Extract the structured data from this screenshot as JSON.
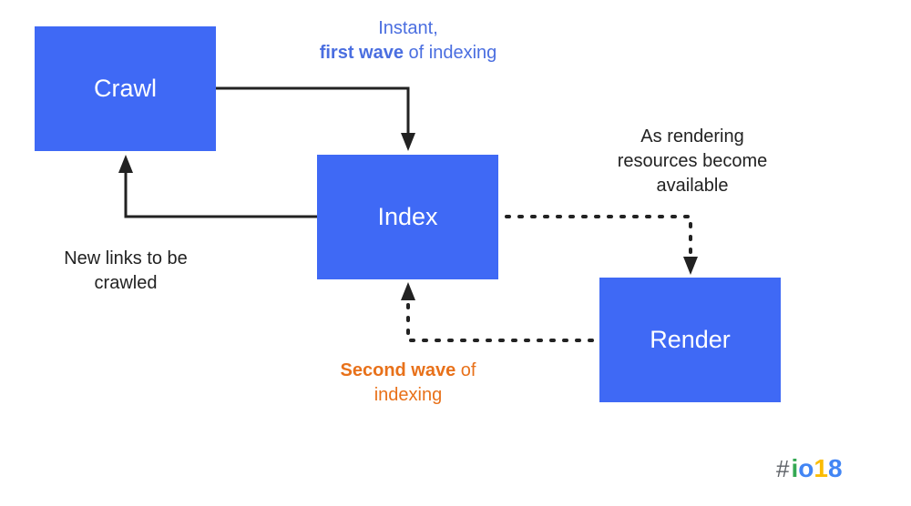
{
  "nodes": {
    "crawl": "Crawl",
    "index": "Index",
    "render": "Render"
  },
  "labels": {
    "first_wave_line1": "Instant,",
    "first_wave_bold": "first wave",
    "first_wave_rest": " of indexing",
    "available_line1": "As rendering",
    "available_line2": "resources become",
    "available_line3": "available",
    "new_links_line1": "New links to be",
    "new_links_line2": "crawled",
    "second_wave_bold": "Second wave",
    "second_wave_rest": " of",
    "second_wave_line2": "indexing"
  },
  "logo": {
    "hash": "#",
    "i": "i",
    "o": "o",
    "one": "1",
    "eight": "8"
  },
  "colors": {
    "box": "#3f69f5",
    "first_wave_text": "#4a6ee0",
    "second_wave_text": "#e8711a",
    "arrow": "#222222"
  }
}
